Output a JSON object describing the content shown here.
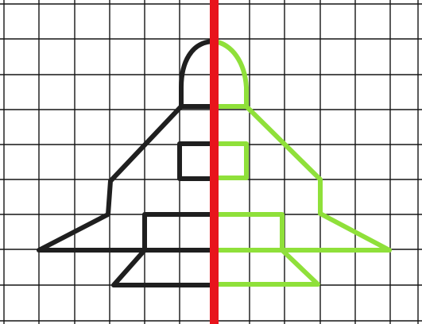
{
  "grid": {
    "columns": 12,
    "rows": 9,
    "line_color": "#151515"
  },
  "colors": {
    "paper": "#ffffff",
    "mirror_line": "#e8141c",
    "original_shape": "#1f1f1f",
    "reflected_shape": "#8fe03a"
  },
  "symmetry_axis": {
    "orientation": "vertical",
    "column_boundary": 6
  }
}
